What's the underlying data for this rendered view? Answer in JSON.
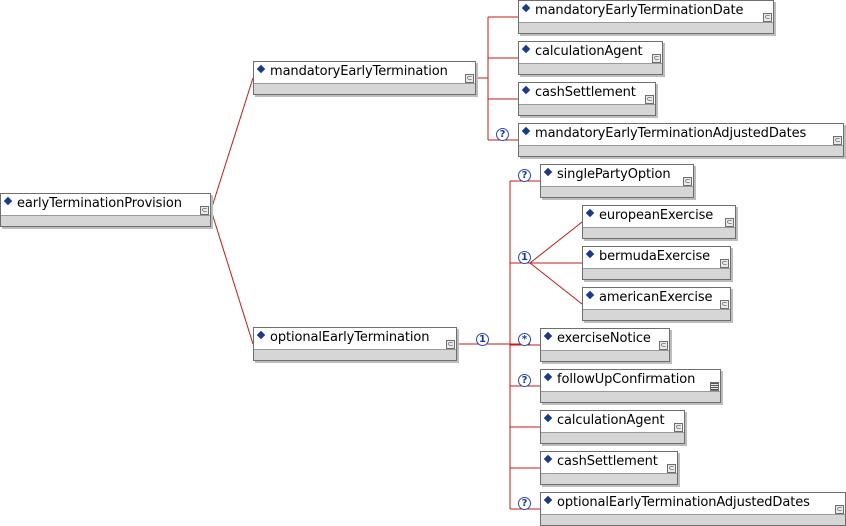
{
  "nodes": [
    {
      "id": "root",
      "label": "earlyTerminationProvision",
      "ctype": "c"
    },
    {
      "id": "met",
      "label": "mandatoryEarlyTermination",
      "ctype": "c"
    },
    {
      "id": "metd",
      "label": "mandatoryEarlyTerminationDate",
      "ctype": "c"
    },
    {
      "id": "ca1",
      "label": "calculationAgent",
      "ctype": "c"
    },
    {
      "id": "cs1",
      "label": "cashSettlement",
      "ctype": "c"
    },
    {
      "id": "metad",
      "label": "mandatoryEarlyTerminationAdjustedDates",
      "ctype": "c"
    },
    {
      "id": "oet",
      "label": "optionalEarlyTermination",
      "ctype": "c"
    },
    {
      "id": "spo",
      "label": "singlePartyOption",
      "ctype": "c"
    },
    {
      "id": "eur",
      "label": "europeanExercise",
      "ctype": "c"
    },
    {
      "id": "ber",
      "label": "bermudaExercise",
      "ctype": "c"
    },
    {
      "id": "ame",
      "label": "americanExercise",
      "ctype": "c"
    },
    {
      "id": "exn",
      "label": "exerciseNotice",
      "ctype": "c"
    },
    {
      "id": "fuc",
      "label": "followUpConfirmation",
      "ctype": "s"
    },
    {
      "id": "ca2",
      "label": "calculationAgent",
      "ctype": "c"
    },
    {
      "id": "cs2",
      "label": "cashSettlement",
      "ctype": "c"
    },
    {
      "id": "oetad",
      "label": "optionalEarlyTerminationAdjustedDates",
      "ctype": "c"
    }
  ],
  "badges": [
    {
      "id": "q-metad",
      "text": "?"
    },
    {
      "id": "one-oet",
      "text": "1"
    },
    {
      "id": "q-spo",
      "text": "?"
    },
    {
      "id": "one-choice",
      "text": "1"
    },
    {
      "id": "star-exn",
      "text": "*"
    },
    {
      "id": "q-fuc",
      "text": "?"
    },
    {
      "id": "q-oetad",
      "text": "?"
    }
  ],
  "colors": {
    "connector": "#c41a1a",
    "diamond": "#1a3a8c",
    "badge": "#1c3a9a"
  }
}
